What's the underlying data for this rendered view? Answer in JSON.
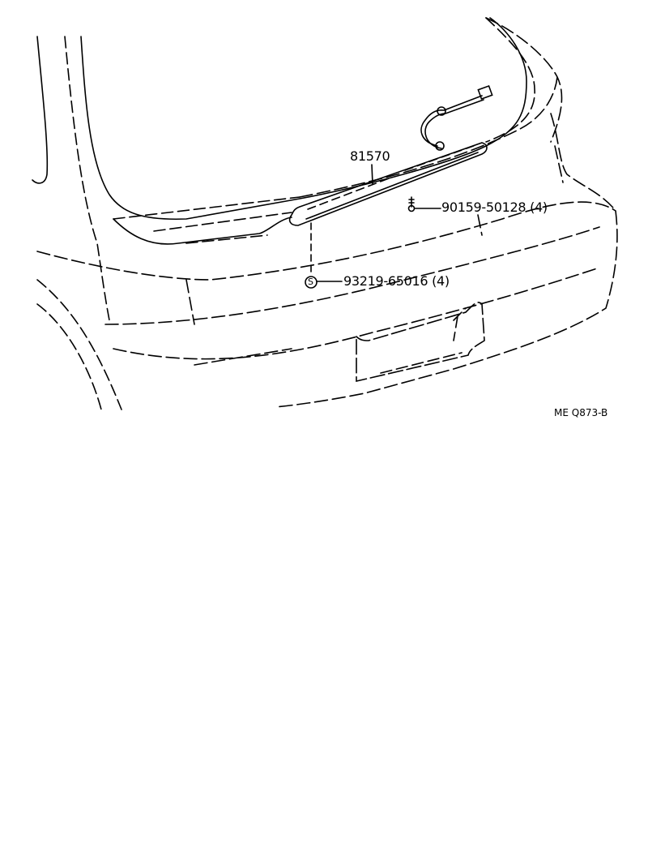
{
  "diagram": {
    "parts": [
      {
        "part_number": "81570"
      },
      {
        "part_number": "90159-50128",
        "quantity": "(4)"
      },
      {
        "part_number": "93219-65016",
        "quantity": "(4)",
        "symbol": "S"
      }
    ],
    "figure_code": "ME Q873-B"
  },
  "colors": {
    "line": "#000000",
    "background": "#ffffff"
  }
}
